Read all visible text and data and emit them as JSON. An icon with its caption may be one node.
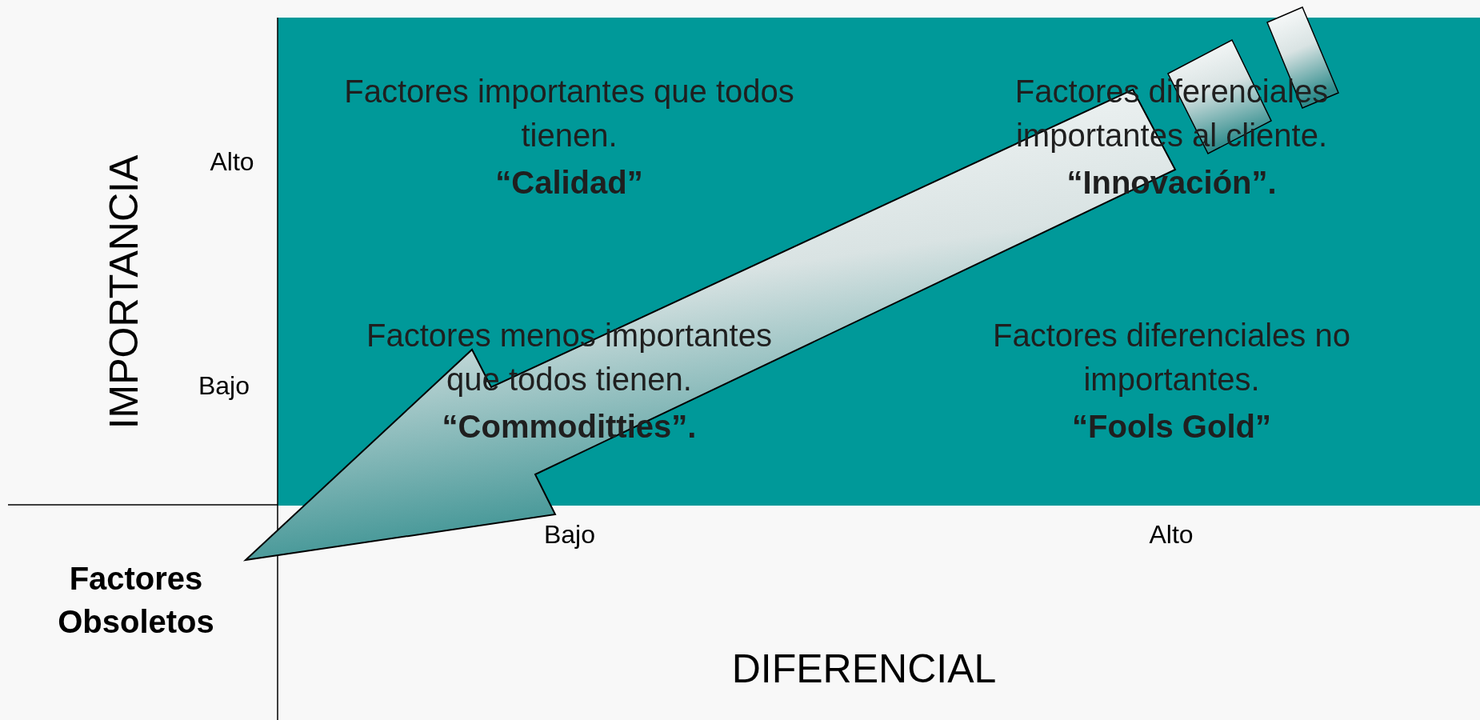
{
  "diagram": {
    "nodes": [
      {
        "text": [],
        "shape": "box"
      },
      {
        "text": [
          "Factores importantes que todos tienen.",
          "“Calidad”"
        ],
        "in": 0
      },
      {
        "text": [
          "Factores diferenciales importantes al cliente.",
          "“Innovación”."
        ],
        "in": 0
      },
      {
        "text": [
          "Factores menos importantes que todos tienen.",
          "“Commoditties”."
        ],
        "in": 0
      },
      {
        "text": [
          "Factores diferenciales no importantes.",
          "“Fools Gold”"
        ],
        "in": 0
      },
      {
        "text": [
          "Factores Obsoletos"
        ]
      }
    ],
    "edges": [
      {
        "from": null,
        "to": 5,
        "arrow": "to",
        "style": "thick"
      }
    ],
    "labels": [
      "IMPORTANCIA",
      "Alto",
      "Bajo",
      "Bajo",
      "Alto",
      "DIFERENCIAL"
    ]
  }
}
